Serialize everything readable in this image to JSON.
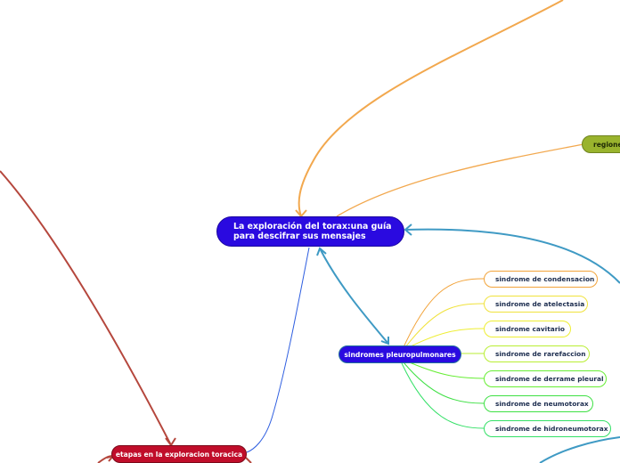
{
  "central_topic": "La exploración del torax:una guía para descifrar sus mensajes",
  "topics": {
    "pleuropulmonares": "sindromes pleuropulmonares",
    "etapas": "etapas en la exploracion toracica",
    "regiones": "regiones"
  },
  "subtopics": [
    {
      "label": "sindrome de condensacion",
      "color": "#f2a33a"
    },
    {
      "label": "sindrome de atelectasia",
      "color": "#f0e23c"
    },
    {
      "label": "sindrome cavitario",
      "color": "#eeee33"
    },
    {
      "label": "sindrome de rarefaccion",
      "color": "#b9ee33"
    },
    {
      "label": "sindrome de derrame pleural",
      "color": "#66ee33"
    },
    {
      "label": "sindrome de neumotorax",
      "color": "#3ee044"
    },
    {
      "label": "sindrome de hidroneumotorax",
      "color": "#33e066"
    }
  ],
  "colors": {
    "central_fill": "#2a0ae0",
    "pleuro_link": "#3f9ac4",
    "etapas_fill": "#c00d2a",
    "regiones_fill": "#99b32d",
    "orange_link": "#f2a84e",
    "red_link": "#b5473d",
    "blue_link": "#2e5ee0"
  }
}
